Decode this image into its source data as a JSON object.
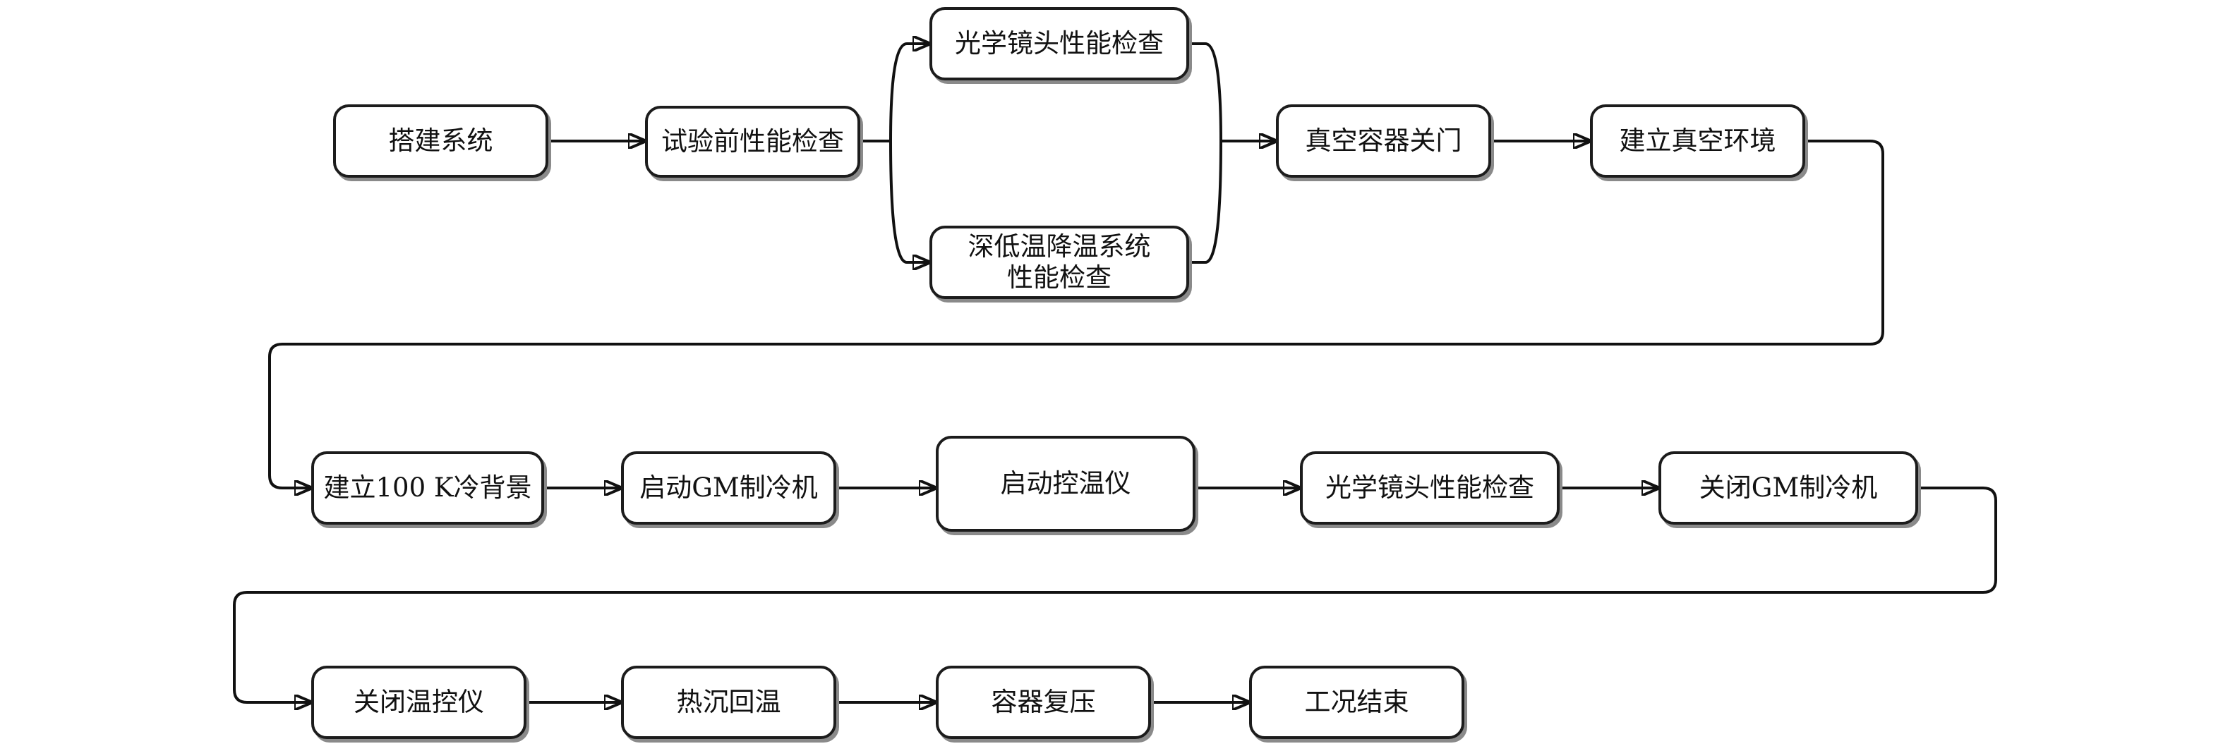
{
  "diagram": {
    "nodes": [
      {
        "id": "n1",
        "label": "搭建系统"
      },
      {
        "id": "n2",
        "label": "试验前性能检查"
      },
      {
        "id": "n3",
        "label": "光学镜头性能检查"
      },
      {
        "id": "n4",
        "label": "深低温降温系统\n性能检查"
      },
      {
        "id": "n5",
        "label": "真空容器关门"
      },
      {
        "id": "n6",
        "label": "建立真空环境"
      },
      {
        "id": "n7",
        "label": "建立100 K冷背景"
      },
      {
        "id": "n8",
        "label": "启动GM制冷机"
      },
      {
        "id": "n9",
        "label": "启动控温仪"
      },
      {
        "id": "n10",
        "label": "光学镜头性能检查"
      },
      {
        "id": "n11",
        "label": "关闭GM制冷机"
      },
      {
        "id": "n12",
        "label": "关闭温控仪"
      },
      {
        "id": "n13",
        "label": "热沉回温"
      },
      {
        "id": "n14",
        "label": "容器复压"
      },
      {
        "id": "n15",
        "label": "工况结束"
      }
    ],
    "edges": [
      {
        "from": "n1",
        "to": "n2"
      },
      {
        "from": "n2",
        "to": "n3"
      },
      {
        "from": "n2",
        "to": "n4"
      },
      {
        "from": "n3",
        "to": "n5"
      },
      {
        "from": "n4",
        "to": "n5"
      },
      {
        "from": "n5",
        "to": "n6"
      },
      {
        "from": "n6",
        "to": "n7"
      },
      {
        "from": "n7",
        "to": "n8"
      },
      {
        "from": "n8",
        "to": "n9"
      },
      {
        "from": "n9",
        "to": "n10"
      },
      {
        "from": "n10",
        "to": "n11"
      },
      {
        "from": "n11",
        "to": "n12"
      },
      {
        "from": "n12",
        "to": "n13"
      },
      {
        "from": "n13",
        "to": "n14"
      },
      {
        "from": "n14",
        "to": "n15"
      }
    ],
    "colors": {
      "stroke": "#111111",
      "box_fill": "#ffffff",
      "shadow": "#8a8a8a"
    }
  }
}
